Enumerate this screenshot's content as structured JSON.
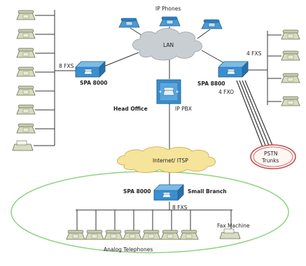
{
  "labels": {
    "ip_phones": "IP Phones",
    "lan": "LAN",
    "fxs_left": "8 FXS",
    "spa_left": "SPA 8000",
    "head_office": "Head Office",
    "ip_pbx": "IP PBX",
    "fxs_right": "4 FXS",
    "spa_right": "SPA 8800",
    "fxo_right": "4 FXO",
    "internet": "Internet/ ITSP",
    "pstn": "PSTN",
    "trunks": "Trunks",
    "spa_branch": "SPA 8000",
    "small_branch": "Small Branch",
    "fxs_branch": "8 FXS",
    "fax": "Fax Machine",
    "analog": "Analog Telephones"
  },
  "colors": {
    "router_blue": "#3a8fd0",
    "cloud_gray": "#c9ced3",
    "cloud_yellow": "#f6e49a",
    "ellipse_green": "#8fd37f",
    "pstn_red": "#c05050",
    "phone_beige": "#d8dcc0"
  },
  "icons": {
    "phone": "analog-telephone-icon",
    "ipphone": "ip-phone-icon",
    "router": "router-icon",
    "pbx": "ip-pbx-icon",
    "fax": "fax-machine-icon"
  }
}
